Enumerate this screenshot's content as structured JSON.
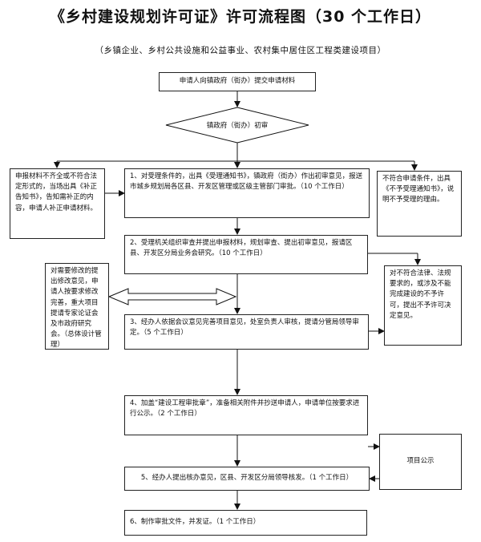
{
  "title": "《乡村建设规划许可证》许可流程图（30 个工作日）",
  "subtitle": "（乡镇企业、乡村公共设施和公益事业、农村集中居住区工程类建设项目）",
  "nodes": {
    "apply": "申请人向镇政府（街办）提交申请材料",
    "preliminary_review": "镇政府（街办）初审",
    "left_incomplete": "申报材料不齐全或不符合法定形式的，当场出具《补正告知书》，告知需补正的内容，申请人补正申请材料。",
    "step1": "1、对受理条件的，出具《受理通知书》，镇政府（街办）作出初审意见，报送市城乡规划局各区县、开发区管理或区级主管部门审批。（10 个工作日）",
    "right_not_accept": "不符合申请条件，出具《不予受理通知书》，说明不予受理的理由。",
    "step2": "2、受理机关组织审查并提出申报材料，规划审查、提出初审意见，报请区县、开发区分局业务会研究。（10 个工作日）",
    "left_modify": "对需要修改的提出修改意见，申请人按要求修改完善，重大项目提请专家论证会及市政府研究会。（总体设计管理）",
    "right_refuse": "对不符合法律、法规要求的，或涉及不能完成建设的不予许可，提出不予许可决定意见。",
    "step3": "3、经办人依据会议意见完善项目意见，处室负责人审核，提请分管局领导审定。（5 个工作日）",
    "step4": "4、加盖“建设工程审批章”，准备相关附件并抄送申请人，申请单位按要求进行公示。（2 个工作日）",
    "publicity": "项目公示",
    "step5": "5、经办人提出核办意见，区县、开发区分局领导核发。（1 个工作日）",
    "step6": "6、制作审批文件，并发证。（1 个工作日）"
  }
}
